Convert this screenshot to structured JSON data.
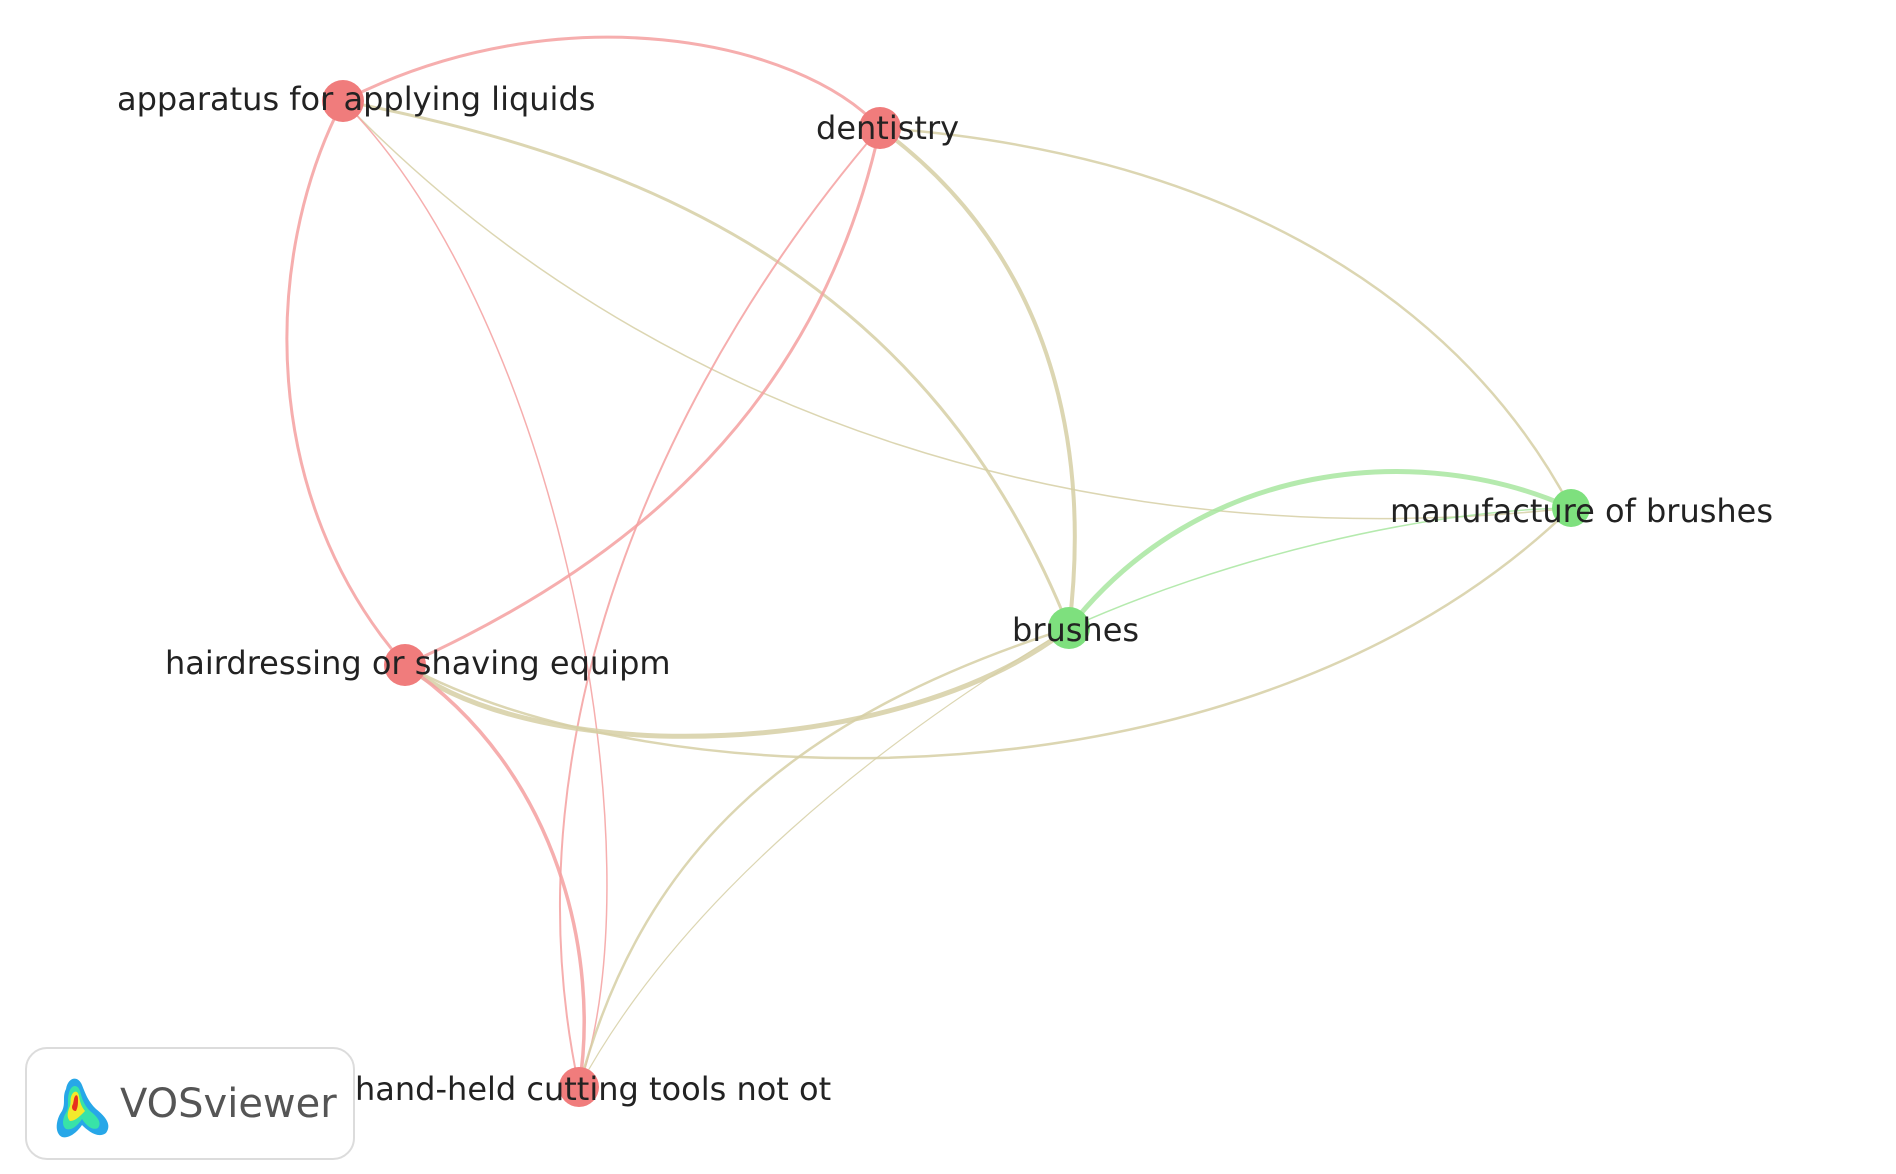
{
  "network": {
    "colors": {
      "red_cluster": "#f07c7c",
      "green_cluster": "#7ee07e",
      "red_link": "#f4a0a0",
      "green_link": "#a8e6a0",
      "mixed_link": "#d6cfa5"
    },
    "nodes": [
      {
        "id": "apparatus",
        "label": "apparatus for applying liquids",
        "cluster": "red"
      },
      {
        "id": "dentistry",
        "label": "dentistry",
        "cluster": "red"
      },
      {
        "id": "hairdressing",
        "label": "hairdressing or shaving equipm",
        "cluster": "red"
      },
      {
        "id": "handheld",
        "label": "hand-held cutting tools not ot",
        "cluster": "red"
      },
      {
        "id": "brushes",
        "label": "brushes",
        "cluster": "green"
      },
      {
        "id": "manufacture",
        "label": "manufacture of brushes",
        "cluster": "green"
      }
    ]
  },
  "logo": {
    "text": "VOSviewer",
    "icon": "vosviewer-logo-icon"
  }
}
